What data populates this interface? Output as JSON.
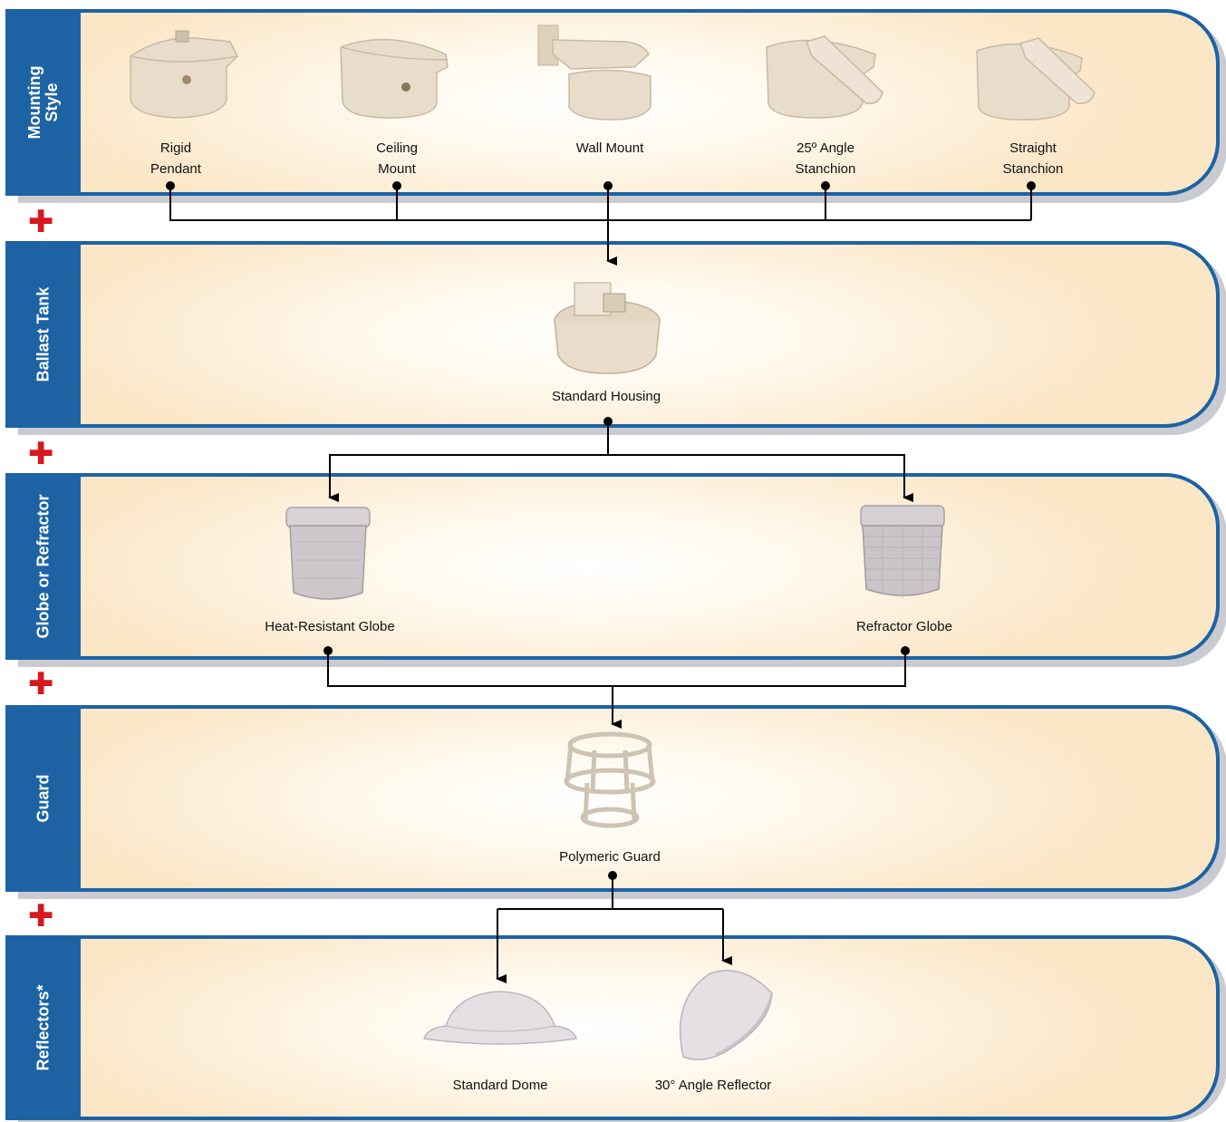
{
  "sections": [
    {
      "title": "Mounting\nStyle",
      "items": [
        "Rigid\nPendant",
        "Ceiling\nMount",
        "Wall Mount",
        "25º Angle\nStanchion",
        "Straight\nStanchion"
      ]
    },
    {
      "title": "Ballast Tank",
      "items": [
        "Standard Housing"
      ]
    },
    {
      "title": "Globe or Refractor",
      "items": [
        "Heat-Resistant Globe",
        "Refractor Globe"
      ]
    },
    {
      "title": "Guard",
      "items": [
        "Polymeric Guard"
      ]
    },
    {
      "title": "Reflectors*",
      "items": [
        "Standard Dome",
        "30° Angle Reflector"
      ]
    }
  ],
  "plus_symbol": "✚",
  "colors": {
    "tab": "#1d63a4",
    "plus": "#d7191f",
    "panel_edge": "#fbe6c6",
    "connector": "#000000"
  }
}
